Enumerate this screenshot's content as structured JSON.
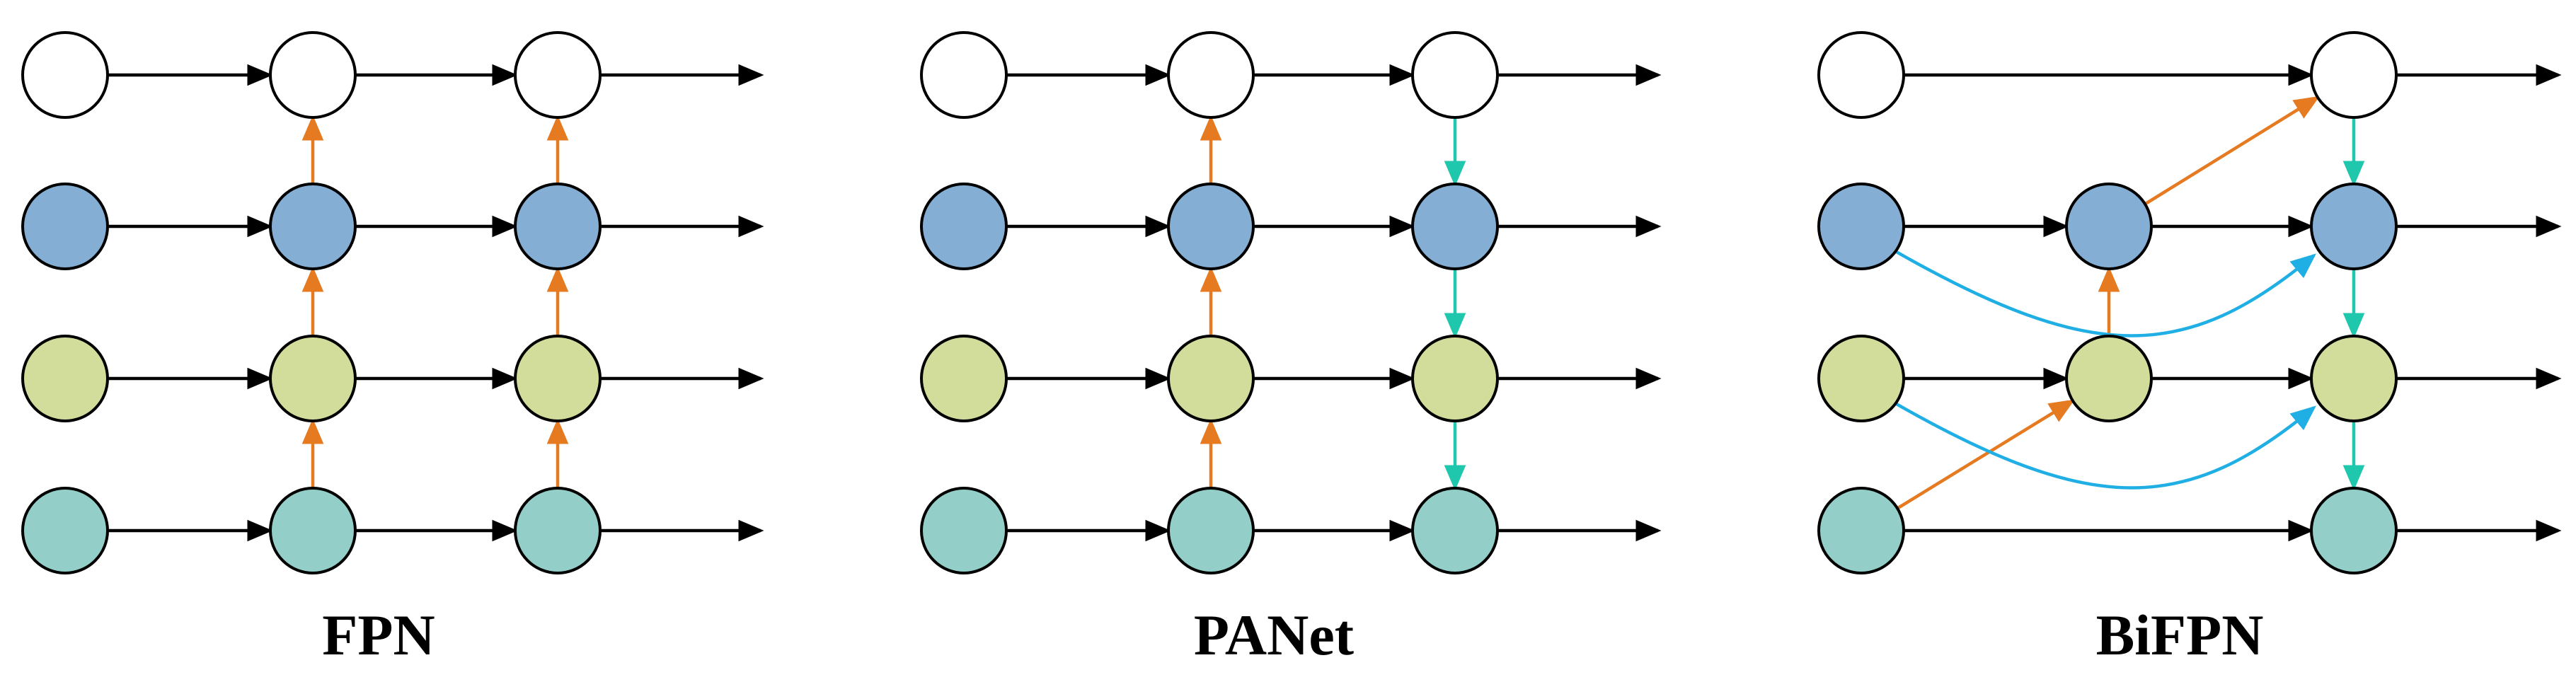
{
  "colors": {
    "level_fill": [
      "#ffffff",
      "#84aed3",
      "#d2dd9b",
      "#93cfc8"
    ],
    "node_stroke": "#000000",
    "lateral_edge": "#000000",
    "top_down_edge": "#e57a21",
    "bottom_up_edge": "#1fc7ad",
    "skip_edge": "#20afe4"
  },
  "diagrams": [
    {
      "caption": "FPN",
      "columns": 3,
      "edges": [
        {
          "kind": "lateral",
          "from": [
            0,
            0
          ],
          "to": [
            0,
            1
          ]
        },
        {
          "kind": "lateral",
          "from": [
            0,
            1
          ],
          "to": [
            0,
            2
          ]
        },
        {
          "kind": "lateral",
          "from": [
            0,
            2
          ],
          "to": [
            0,
            "out"
          ]
        },
        {
          "kind": "lateral",
          "from": [
            1,
            0
          ],
          "to": [
            1,
            1
          ]
        },
        {
          "kind": "lateral",
          "from": [
            1,
            1
          ],
          "to": [
            1,
            2
          ]
        },
        {
          "kind": "lateral",
          "from": [
            1,
            2
          ],
          "to": [
            1,
            "out"
          ]
        },
        {
          "kind": "lateral",
          "from": [
            2,
            0
          ],
          "to": [
            2,
            1
          ]
        },
        {
          "kind": "lateral",
          "from": [
            2,
            1
          ],
          "to": [
            2,
            2
          ]
        },
        {
          "kind": "lateral",
          "from": [
            2,
            2
          ],
          "to": [
            2,
            "out"
          ]
        },
        {
          "kind": "lateral",
          "from": [
            3,
            0
          ],
          "to": [
            3,
            1
          ]
        },
        {
          "kind": "lateral",
          "from": [
            3,
            1
          ],
          "to": [
            3,
            2
          ]
        },
        {
          "kind": "lateral",
          "from": [
            3,
            2
          ],
          "to": [
            3,
            "out"
          ]
        },
        {
          "kind": "top_down",
          "from": [
            3,
            1
          ],
          "to": [
            2,
            1
          ]
        },
        {
          "kind": "top_down",
          "from": [
            2,
            1
          ],
          "to": [
            1,
            1
          ]
        },
        {
          "kind": "top_down",
          "from": [
            1,
            1
          ],
          "to": [
            0,
            1
          ]
        },
        {
          "kind": "top_down",
          "from": [
            3,
            2
          ],
          "to": [
            2,
            2
          ]
        },
        {
          "kind": "top_down",
          "from": [
            2,
            2
          ],
          "to": [
            1,
            2
          ]
        },
        {
          "kind": "top_down",
          "from": [
            1,
            2
          ],
          "to": [
            0,
            2
          ]
        }
      ]
    },
    {
      "caption": "PANet",
      "columns": 3,
      "edges": [
        {
          "kind": "lateral",
          "from": [
            0,
            0
          ],
          "to": [
            0,
            1
          ]
        },
        {
          "kind": "lateral",
          "from": [
            0,
            1
          ],
          "to": [
            0,
            2
          ]
        },
        {
          "kind": "lateral",
          "from": [
            0,
            2
          ],
          "to": [
            0,
            "out"
          ]
        },
        {
          "kind": "lateral",
          "from": [
            1,
            0
          ],
          "to": [
            1,
            1
          ]
        },
        {
          "kind": "lateral",
          "from": [
            1,
            1
          ],
          "to": [
            1,
            2
          ]
        },
        {
          "kind": "lateral",
          "from": [
            1,
            2
          ],
          "to": [
            1,
            "out"
          ]
        },
        {
          "kind": "lateral",
          "from": [
            2,
            0
          ],
          "to": [
            2,
            1
          ]
        },
        {
          "kind": "lateral",
          "from": [
            2,
            1
          ],
          "to": [
            2,
            2
          ]
        },
        {
          "kind": "lateral",
          "from": [
            2,
            2
          ],
          "to": [
            2,
            "out"
          ]
        },
        {
          "kind": "lateral",
          "from": [
            3,
            0
          ],
          "to": [
            3,
            1
          ]
        },
        {
          "kind": "lateral",
          "from": [
            3,
            1
          ],
          "to": [
            3,
            2
          ]
        },
        {
          "kind": "lateral",
          "from": [
            3,
            2
          ],
          "to": [
            3,
            "out"
          ]
        },
        {
          "kind": "top_down",
          "from": [
            3,
            1
          ],
          "to": [
            2,
            1
          ]
        },
        {
          "kind": "top_down",
          "from": [
            2,
            1
          ],
          "to": [
            1,
            1
          ]
        },
        {
          "kind": "top_down",
          "from": [
            1,
            1
          ],
          "to": [
            0,
            1
          ]
        },
        {
          "kind": "bottom_up",
          "from": [
            0,
            2
          ],
          "to": [
            1,
            2
          ]
        },
        {
          "kind": "bottom_up",
          "from": [
            1,
            2
          ],
          "to": [
            2,
            2
          ]
        },
        {
          "kind": "bottom_up",
          "from": [
            2,
            2
          ],
          "to": [
            3,
            2
          ]
        }
      ]
    },
    {
      "caption": "BiFPN",
      "columns": 3,
      "absent_nodes": [
        [
          0,
          1
        ],
        [
          3,
          1
        ]
      ],
      "edges": [
        {
          "kind": "lateral",
          "from": [
            0,
            0
          ],
          "to": [
            0,
            2
          ]
        },
        {
          "kind": "lateral",
          "from": [
            0,
            2
          ],
          "to": [
            0,
            "out"
          ]
        },
        {
          "kind": "lateral",
          "from": [
            1,
            0
          ],
          "to": [
            1,
            1
          ]
        },
        {
          "kind": "lateral",
          "from": [
            1,
            1
          ],
          "to": [
            1,
            2
          ]
        },
        {
          "kind": "lateral",
          "from": [
            1,
            2
          ],
          "to": [
            1,
            "out"
          ]
        },
        {
          "kind": "lateral",
          "from": [
            2,
            0
          ],
          "to": [
            2,
            1
          ]
        },
        {
          "kind": "lateral",
          "from": [
            2,
            1
          ],
          "to": [
            2,
            2
          ]
        },
        {
          "kind": "lateral",
          "from": [
            2,
            2
          ],
          "to": [
            2,
            "out"
          ]
        },
        {
          "kind": "lateral",
          "from": [
            3,
            0
          ],
          "to": [
            3,
            2
          ]
        },
        {
          "kind": "lateral",
          "from": [
            3,
            2
          ],
          "to": [
            3,
            "out"
          ]
        },
        {
          "kind": "top_down",
          "from": [
            3,
            0
          ],
          "to": [
            2,
            1
          ]
        },
        {
          "kind": "top_down",
          "from": [
            2,
            1
          ],
          "to": [
            1,
            1
          ]
        },
        {
          "kind": "top_down",
          "from": [
            1,
            1
          ],
          "to": [
            0,
            2
          ]
        },
        {
          "kind": "bottom_up",
          "from": [
            0,
            2
          ],
          "to": [
            1,
            2
          ]
        },
        {
          "kind": "bottom_up",
          "from": [
            1,
            2
          ],
          "to": [
            2,
            2
          ]
        },
        {
          "kind": "bottom_up",
          "from": [
            2,
            2
          ],
          "to": [
            3,
            2
          ]
        },
        {
          "kind": "skip",
          "from": [
            1,
            0
          ],
          "to": [
            1,
            2
          ]
        },
        {
          "kind": "skip",
          "from": [
            2,
            0
          ],
          "to": [
            2,
            2
          ]
        }
      ]
    }
  ]
}
